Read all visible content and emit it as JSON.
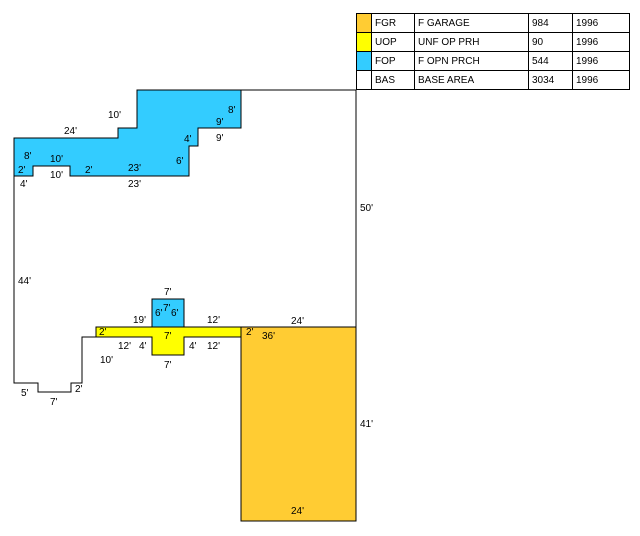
{
  "colors": {
    "garage": "#FFCC33",
    "porch_unfinished": "#FFFF00",
    "porch_open": "#33CCFF",
    "base": "#FFFFFF",
    "outline": "#000000"
  },
  "legend": [
    {
      "code": "FGR",
      "description": "F GARAGE",
      "area": "984",
      "year": "1996",
      "color": "#FFCC33"
    },
    {
      "code": "UOP",
      "description": "UNF OP PRH",
      "area": "90",
      "year": "1996",
      "color": "#FFFF00"
    },
    {
      "code": "FOP",
      "description": "F OPN PRCH",
      "area": "544",
      "year": "1996",
      "color": "#33CCFF"
    },
    {
      "code": "BAS",
      "description": "BASE AREA",
      "area": "3034",
      "year": "1996",
      "color": "#FFFFFF"
    }
  ],
  "dimensions": {
    "fop_top_8": "8'",
    "fop_9a": "9'",
    "fop_9b": "9'",
    "fop_10_top": "10'",
    "fop_24": "24'",
    "fop_4": "4'",
    "fop_6": "6'",
    "fop_8_left": "8'",
    "fop_10a": "10'",
    "fop_10b": "10'",
    "fop_2a": "2'",
    "fop_2b": "2'",
    "fop_23a": "23'",
    "fop_23b": "23'",
    "fop_4_left": "4'",
    "bas_50": "50'",
    "bas_44": "44'",
    "bas_5": "5'",
    "bas_7": "7'",
    "bas_2": "2'",
    "bas_10": "10'",
    "bas_19": "19'",
    "uop_2_left": "2'",
    "uop_2_right": "2'",
    "uop_12a": "12'",
    "uop_12b": "12'",
    "uop_12c": "12'",
    "uop_4a": "4'",
    "uop_4b": "4'",
    "uop_7_mid": "7'",
    "uop_7_bot": "7'",
    "fop2_7_top": "7'",
    "fop2_6a": "6'",
    "fop2_7_mid": "7'",
    "fop2_6b": "6'",
    "fgr_24_top": "24'",
    "fgr_36": "36'",
    "fgr_41": "41'",
    "fgr_24_bot": "24'"
  }
}
